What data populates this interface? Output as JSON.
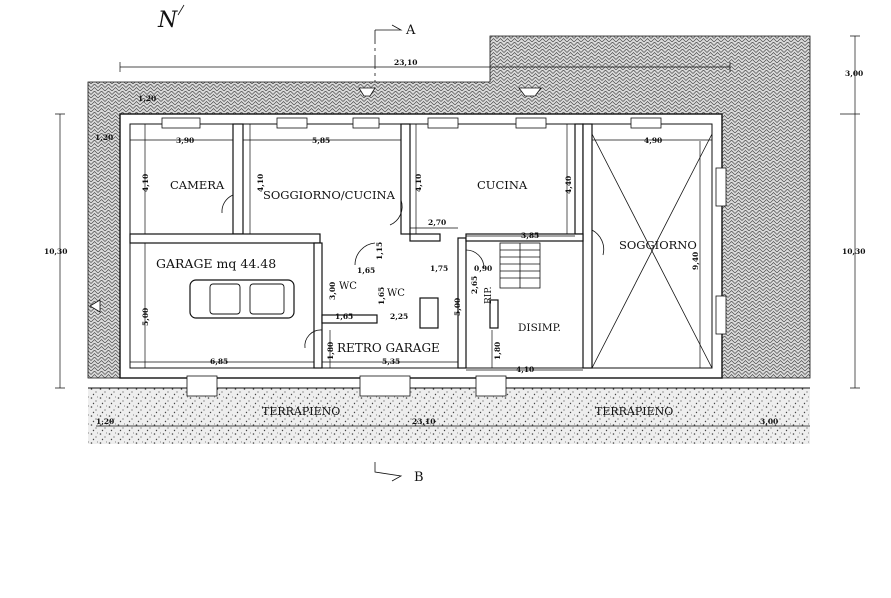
{
  "north_label": "N",
  "section": {
    "a": "A",
    "b": "B"
  },
  "rooms": {
    "camera": "CAMERA",
    "soggiorno_cucina": "SOGGIORNO/CUCINA",
    "cucina": "CUCINA",
    "soggiorno": "SOGGIORNO",
    "garage": "GARAGE mq 44.48",
    "wc_1": "WC",
    "wc_2": "WC",
    "retro_garage": "RETRO GARAGE",
    "disimp": "DISIMP.",
    "rip": "RIP."
  },
  "ground": {
    "left": "TERRAPIENO",
    "right": "TERRAPIENO"
  },
  "dimensions": {
    "top_total": "23,10",
    "bottom_total": "23,10",
    "top_offset": "1,20",
    "left_offset": "1,20",
    "right_top": "3,00",
    "right_bottom": "3,00",
    "bottom_left_offset": "1,20",
    "left_height": "10,30",
    "right_height": "10,30",
    "camera_w": "3,90",
    "camera_h": "4,10",
    "soggiorno_cucina_w": "5,85",
    "soggiorno_cucina_h": "4,10",
    "cucina_h1": "4,10",
    "cucina_h2": "4,40",
    "soggiorno_w": "4,90",
    "soggiorno_h": "9,40",
    "corridor_w": "2,70",
    "stair_w": "3,85",
    "wc_w1": "1,65",
    "wc_w2": "1,75",
    "wc_w3": "0,90",
    "wc_h1": "1,15",
    "wc_h2": "3,00",
    "wc2_h": "1,65",
    "wc_bottom_w": "1,65",
    "wc2_bottom_w": "2,25",
    "rip_h": "2,65",
    "center_h": "5,00",
    "garage_h": "5,00",
    "garage_w": "6,85",
    "retro_h": "1,80",
    "retro_w": "5,35",
    "disimp_h": "1,80",
    "disimp_w": "4,10"
  }
}
